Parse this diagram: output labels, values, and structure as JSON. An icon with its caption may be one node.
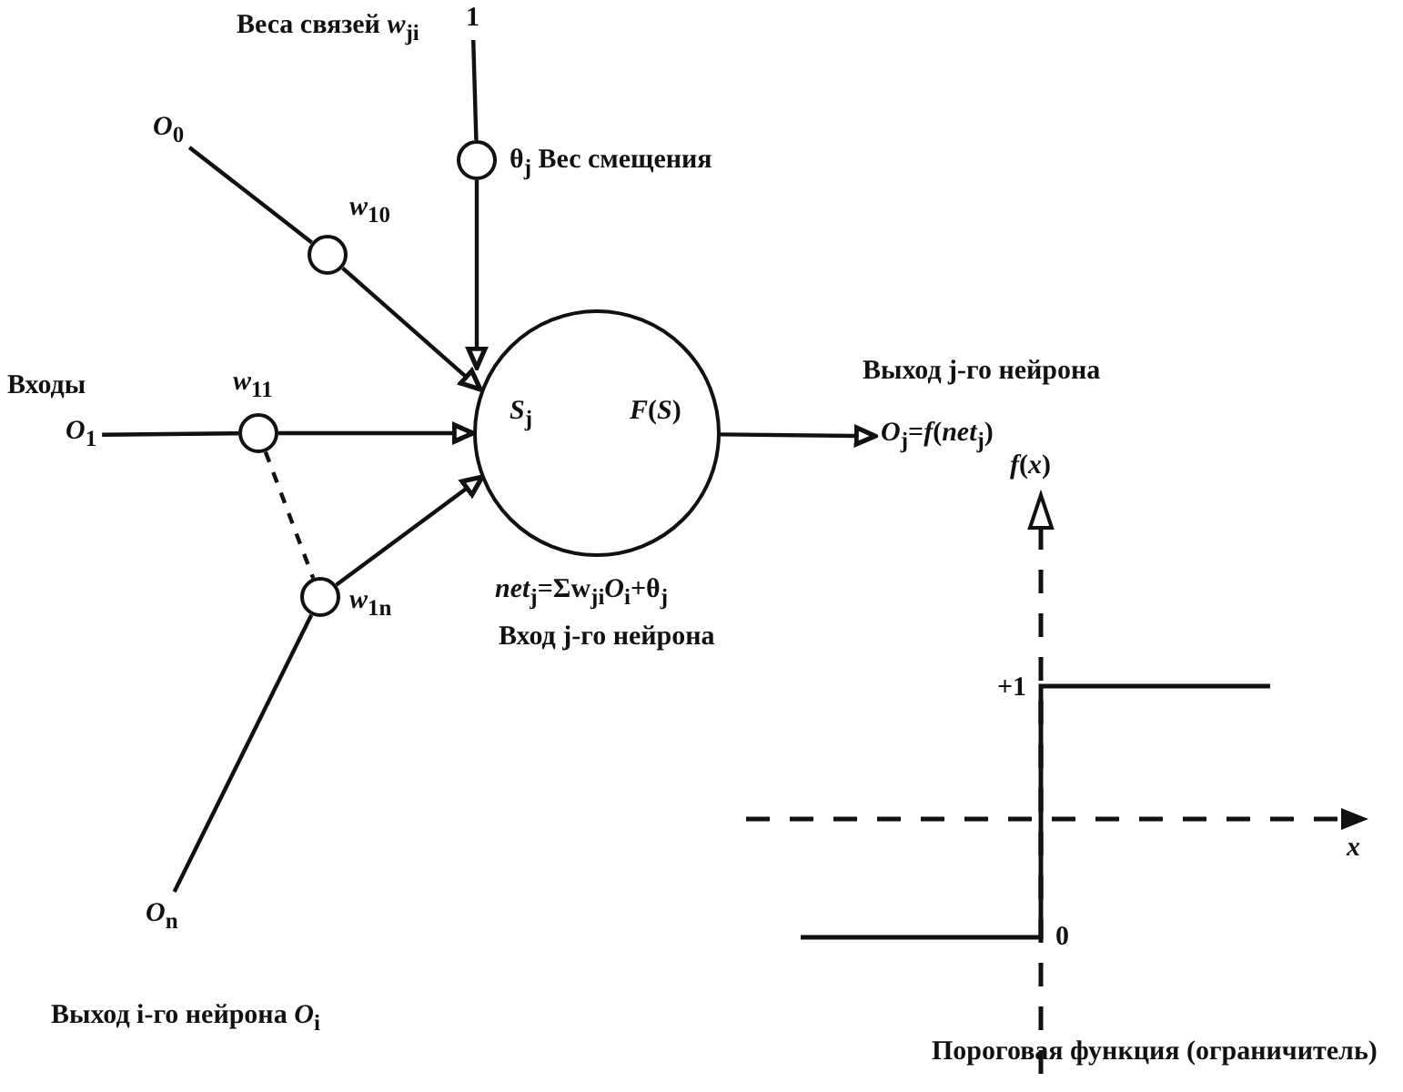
{
  "diagram": {
    "nodes": [
      {
        "text": [
          "1"
        ]
      },
      {
        "text": [],
        "shape": "circle",
        "beside": [
          "θ$_{j}$ Вес смещения"
        ]
      },
      {
        "text": [
          "*O*$_{0}$"
        ]
      },
      {
        "text": [],
        "shape": "circle",
        "beside": [
          "*w*$_{10}$"
        ]
      },
      {
        "text": [
          "*O*$_{1}$"
        ]
      },
      {
        "text": [],
        "shape": "circle",
        "beside": [
          "*w*$_{11}$"
        ]
      },
      {
        "text": [
          "*O*$_{n}$"
        ]
      },
      {
        "text": [],
        "shape": "circle",
        "beside": [
          "*w*$_{1n}$"
        ]
      },
      {
        "text": [
          "*S*$_{j}$",
          "*F*(*S*)"
        ],
        "beside": [
          "*net*$_{j}$=Σw$_{ji}$*O*$_{i}$+θ$_{j}$",
          "Вход j-го нейрона"
        ]
      },
      {
        "text": [
          "*O*$_{j}$=*f*(*net*$_{j}$)"
        ],
        "beside": [
          "Выход j-го нейрона"
        ]
      }
    ],
    "edges": [
      {
        "from": 0,
        "to": 1,
        "arrow": "none"
      },
      {
        "from": 1,
        "to": 8,
        "arrow": "to"
      },
      {
        "from": 2,
        "to": 3,
        "arrow": "none"
      },
      {
        "from": 3,
        "to": 8,
        "arrow": "to"
      },
      {
        "from": 4,
        "to": 5,
        "arrow": "none"
      },
      {
        "from": 5,
        "to": 8,
        "arrow": "to"
      },
      {
        "from": 6,
        "to": 7,
        "arrow": "none"
      },
      {
        "from": 7,
        "to": 8,
        "arrow": "to"
      },
      {
        "from": 5,
        "to": 7,
        "arrow": "none",
        "style": "dashed"
      },
      {
        "from": 8,
        "to": 9,
        "arrow": "to"
      }
    ],
    "labels": [
      "Веса связей *w*$_{ji}$",
      "Входы",
      "Выход i-го нейрона *O*$_{i}$",
      "*f*(*x*)",
      "+1",
      "*x*",
      "0",
      "Пороговая функция (ограничитель)"
    ]
  }
}
